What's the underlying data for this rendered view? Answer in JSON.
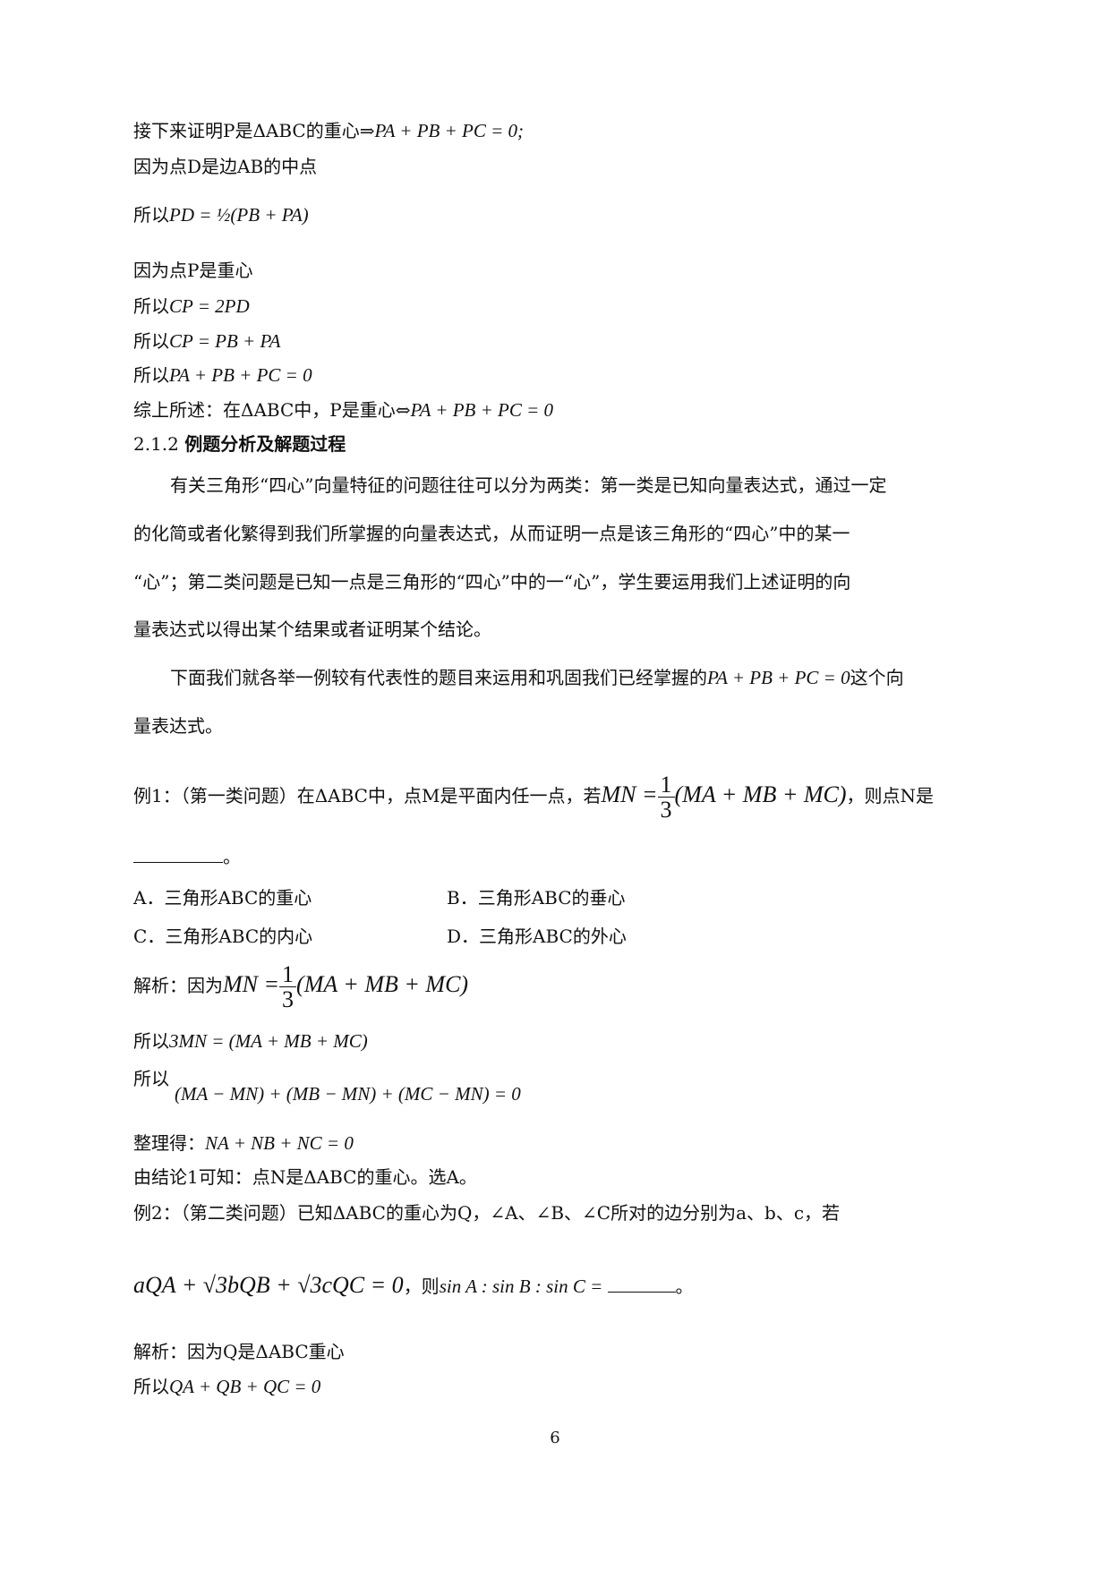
{
  "lines": [
    {
      "label": "接下来证明P是ΔABC的重心⇒",
      "math": "PA + PB + PC = 0;"
    },
    {
      "text": "因为点D是边AB的中点"
    },
    {
      "label": "所以",
      "math": "PD = ½(PB + PA)"
    },
    {
      "text": "因为点P是重心"
    },
    {
      "label": "所以",
      "math": "CP = 2PD"
    },
    {
      "label": "所以",
      "math": "CP = PB + PA"
    },
    {
      "label": "所以",
      "math": "PA + PB + PC = 0"
    },
    {
      "label": "综上所述：在ΔABC中，P是重心⇔",
      "math": "PA + PB + PC = 0"
    }
  ],
  "section_heading": {
    "number": "2.1.2",
    "title": "例题分析及解题过程"
  },
  "para1": {
    "l1": "有关三角形“四心”向量特征的问题往往可以分为两类：第一类是已知向量表达式，通过一定",
    "l2": "的化简或者化繁得到我们所掌握的向量表达式，从而证明一点是该三角形的“四心”中的某一",
    "l3": "“心”；第二类问题是已知一点是三角形的“四心”中的一“心”，学生要运用我们上述证明的向",
    "l4": "量表达式以得出某个结果或者证明某个结论。"
  },
  "para2": {
    "l1_pre": "下面我们就各举一例较有代表性的题目来运用和巩固我们已经掌握的",
    "l1_math": "PA + PB + PC = 0",
    "l1_post": "这个向",
    "l2": "量表达式。"
  },
  "example1": {
    "pre": "例1：（第一类问题）在ΔABC中，点M是平面内任一点，若",
    "math_left": "MN =",
    "frac_num": "1",
    "frac_den": "3",
    "math_right": "(MA + MB + MC)",
    "post": "，则点N是",
    "end": "。",
    "options": [
      {
        "label": "A．三角形ABC的重心"
      },
      {
        "label": "B．三角形ABC的垂心"
      },
      {
        "label": "C．三角形ABC的内心"
      },
      {
        "label": "D．三角形ABC的外心"
      }
    ],
    "solution": {
      "l1_label": "解析：因为",
      "l1_math_left": "MN =",
      "l1_frac_num": "1",
      "l1_frac_den": "3",
      "l1_math_right": "(MA + MB + MC)",
      "l2_label": "所以",
      "l2_math": "3MN = (MA + MB + MC)",
      "l3_label": "所以",
      "l3_math": "(MA − MN) + (MB − MN) + (MC − MN) = 0",
      "l4_label": "整理得：",
      "l4_math": "NA + NB + NC = 0",
      "l5": "由结论1可知：点N是ΔABC的重心。选A。"
    }
  },
  "example2": {
    "l1": "例2：（第二类问题）已知ΔABC的重心为Q，∠A、∠B、∠C所对的边分别为a、b、c，若",
    "l2_math": "aQA + √3bQB + √3cQC = 0",
    "l2_sep": "，则",
    "l2_math2": "sin A : sin B : sin C = ",
    "l2_end": "。",
    "solution": {
      "l1": "解析：因为Q是ΔABC重心",
      "l2_label": "所以",
      "l2_math": "QA + QB + QC = 0"
    }
  },
  "page_number": "6"
}
